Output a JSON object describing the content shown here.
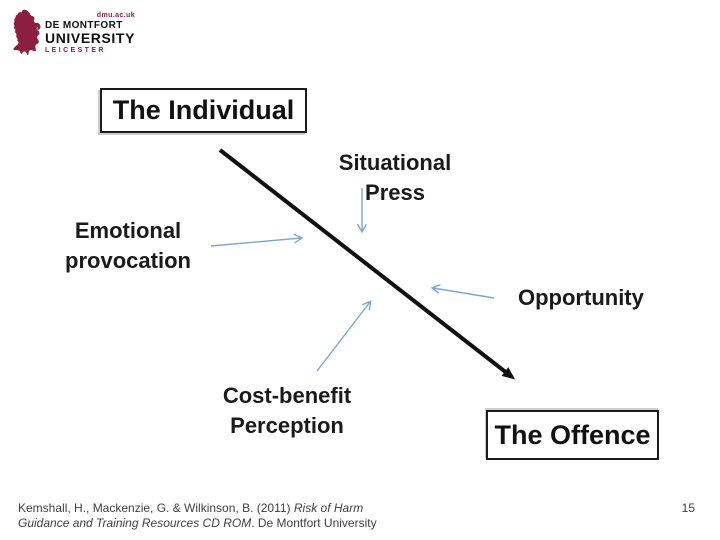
{
  "logo": {
    "url_text": "dmu.ac.uk",
    "name_line1": "DE MONTFORT",
    "name_line2": "UNIVERSITY",
    "name_line3": "LEICESTER",
    "brand_color": "#8c1f3f"
  },
  "diagram": {
    "start_box_label": "The Individual",
    "end_box_label": "The Offence",
    "factors": {
      "situational": "Situational Press",
      "emotional": "Emotional provocation",
      "opportunity": "Opportunity",
      "cost_benefit": "Cost-benefit Perception"
    },
    "main_arrow_color": "#111111",
    "factor_arrow_color": "#7ea6cf"
  },
  "footer": {
    "citation_line1_regular": "Kemshall, H., Mackenzie, G. & Wilkinson, B. (2011) ",
    "citation_line1_italic": "Risk of Harm",
    "citation_line2_italic": "Guidance and Training Resources CD ROM",
    "citation_line2_regular": ". De Montfort University",
    "page_number": "15"
  }
}
